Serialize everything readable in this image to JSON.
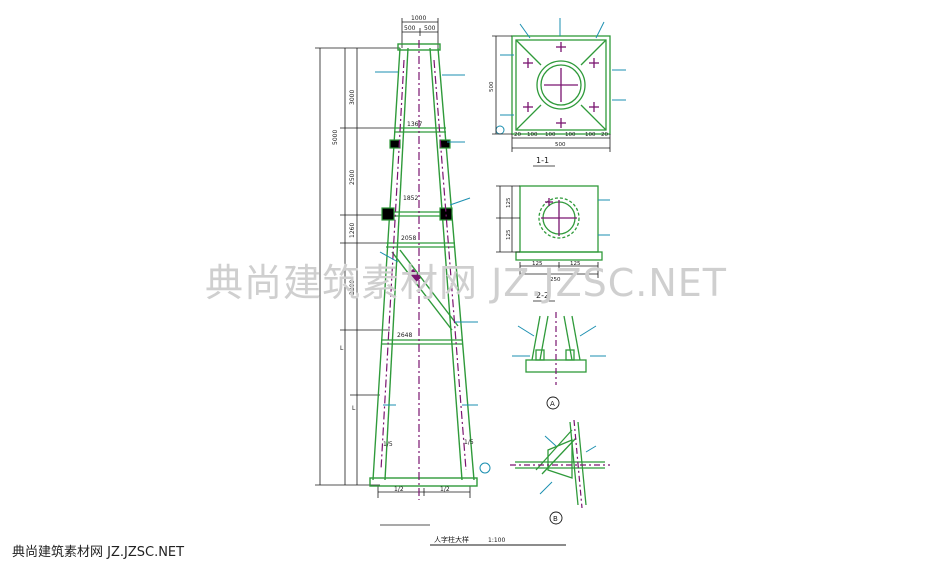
{
  "colors": {
    "structure": "#2f9a3a",
    "dimension": "#1a1a1a",
    "centerline": "#7a1470",
    "leader": "#1b8fb0",
    "background": "#ffffff"
  },
  "elevation": {
    "caption": "",
    "dims_left": [
      "5000",
      "3000",
      "2500",
      "1260",
      "2209",
      "L",
      "L"
    ],
    "dims_top": [
      "1000",
      "500",
      "500"
    ],
    "dims_inner": [
      "1367",
      "1852",
      "2058",
      "2648"
    ],
    "dims_bottom": [
      "1/2",
      "1/2"
    ],
    "angle_left": "1/5",
    "angle_right": "1/5"
  },
  "section_1_1": {
    "label": "1-1",
    "dim_side": "500",
    "dim_bottom_total": "500",
    "dim_bottom_parts": [
      "20",
      "100",
      "100",
      "100",
      "100",
      "20"
    ]
  },
  "section_2_2": {
    "label": "2-2",
    "dim_side": [
      "125",
      "125"
    ],
    "dim_bottom_parts": [
      "125",
      "125"
    ],
    "dim_bottom_total": "250"
  },
  "detail_a": {
    "label": "A"
  },
  "detail_b": {
    "label": "B"
  },
  "title_block": {
    "title": "人字柱大样",
    "scale": "1:100"
  },
  "watermark": {
    "center": "典尚建筑素材网 JZ.JZSC.NET",
    "corner": "典尚建筑素材网 JZ.JZSC.NET"
  }
}
